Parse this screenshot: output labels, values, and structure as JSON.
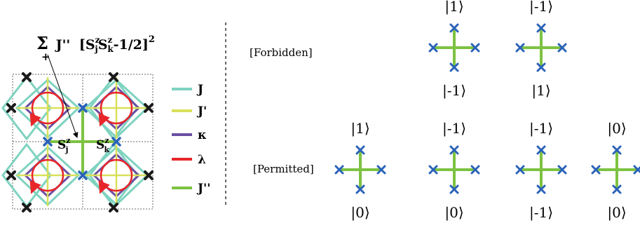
{
  "formula": {
    "sum": "Σ",
    "sub_plus": "+",
    "coupling": "J''",
    "open": "[",
    "s": "S",
    "sup_z": "z",
    "sub_j": "j",
    "sub_k": "k",
    "minus_half": "-1/2",
    "close": "]",
    "power": "2"
  },
  "lattice_labels": {
    "sj": "S",
    "sj_sup": "z",
    "sj_sub": "j",
    "sk": "S",
    "sk_sup": "z",
    "sk_sub": "k"
  },
  "legend": [
    {
      "label": "J",
      "color": "#7fd3c0"
    },
    {
      "label": "J'",
      "color": "#d9e05a"
    },
    {
      "label": "κ",
      "color": "#6a4fa3"
    },
    {
      "label": "λ",
      "color": "#e8262a"
    },
    {
      "label": "J''",
      "color": "#7dc242"
    }
  ],
  "colors": {
    "cross_dark": "#1a1a1a",
    "cross_blue": "#2a62b8",
    "bond_green": "#7dc242",
    "dotted": "#666666"
  },
  "sections": {
    "forbidden": "[Forbidden]",
    "permitted": "[Permitted]"
  },
  "forbidden_configs": [
    {
      "top": "1",
      "bottom": "-1"
    },
    {
      "top": "-1",
      "bottom": "1"
    }
  ],
  "permitted_configs": [
    {
      "top": "1",
      "bottom": "0"
    },
    {
      "top": "-1",
      "bottom": "0"
    },
    {
      "top": "-1",
      "bottom": "-1"
    },
    {
      "top": "0",
      "bottom": "0"
    }
  ]
}
